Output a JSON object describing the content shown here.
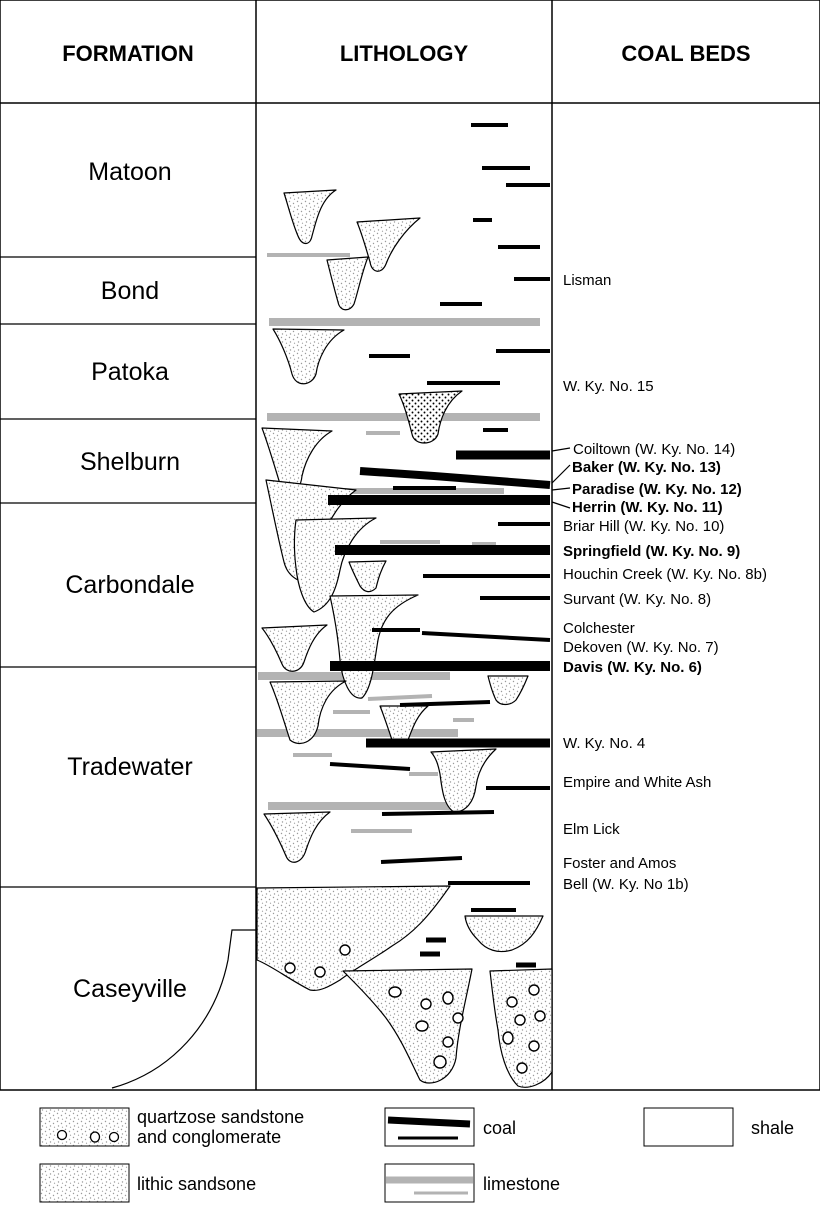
{
  "headers": {
    "formation": "FORMATION",
    "lithology": "LITHOLOGY",
    "coal_beds": "COAL BEDS"
  },
  "formations": [
    {
      "name": "Matoon"
    },
    {
      "name": "Bond"
    },
    {
      "name": "Patoka"
    },
    {
      "name": "Shelburn"
    },
    {
      "name": "Carbondale"
    },
    {
      "name": "Tradewater"
    },
    {
      "name": "Caseyville"
    }
  ],
  "coal_beds": [
    {
      "label": "Lisman",
      "bold": false
    },
    {
      "label": "W. Ky. No. 15",
      "bold": false
    },
    {
      "label": "Coiltown (W. Ky. No. 14)",
      "bold": false
    },
    {
      "label": "Baker (W. Ky. No. 13)",
      "bold": true
    },
    {
      "label": "Paradise (W. Ky. No. 12)",
      "bold": true
    },
    {
      "label": "Herrin (W. Ky. No. 11)",
      "bold": true
    },
    {
      "label": "Briar Hill (W. Ky. No. 10)",
      "bold": false
    },
    {
      "label": "Springfield (W. Ky. No. 9)",
      "bold": true
    },
    {
      "label": "Houchin Creek (W. Ky. No. 8b)",
      "bold": false
    },
    {
      "label": "Survant (W. Ky. No. 8)",
      "bold": false
    },
    {
      "label": "Colchester",
      "bold": false
    },
    {
      "label": "Dekoven (W. Ky. No. 7)",
      "bold": false
    },
    {
      "label": "Davis (W. Ky. No. 6)",
      "bold": true
    },
    {
      "label": "W. Ky. No. 4",
      "bold": false
    },
    {
      "label": "Empire and White Ash",
      "bold": false
    },
    {
      "label": "Elm Lick",
      "bold": false
    },
    {
      "label": "Foster and Amos",
      "bold": false
    },
    {
      "label": "Bell (W. Ky. No 1b)",
      "bold": false
    }
  ],
  "legend": {
    "quartzose_line1": "quartzose sandstone",
    "quartzose_line2": "and conglomerate",
    "lithic": "lithic sandsone",
    "coal": "coal",
    "limestone": "limestone",
    "shale": "shale"
  },
  "colors": {
    "coal": "#000000",
    "limestone": "#b3b3b3",
    "sandstone_stipple": "#9a9a9a"
  }
}
